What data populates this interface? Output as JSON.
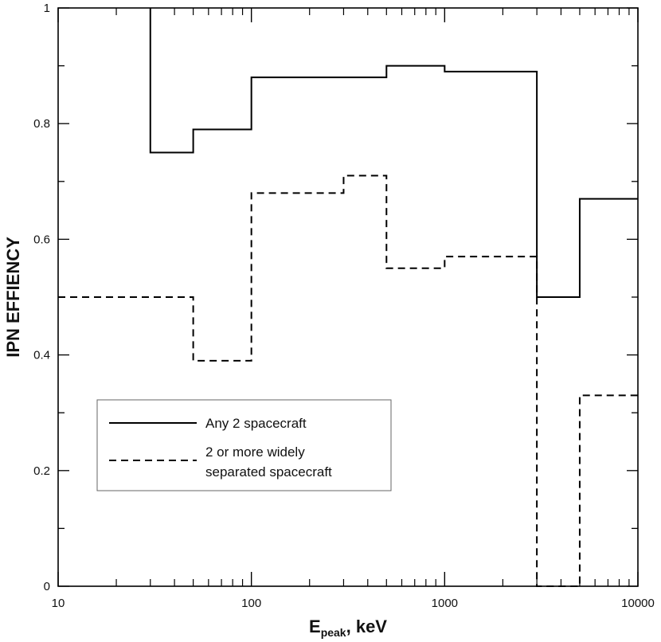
{
  "chart_data": {
    "type": "line",
    "step": true,
    "title": "",
    "xlabel_main": "E",
    "xlabel_sub": "peak",
    "xlabel_rest": ", keV",
    "ylabel": "IPN EFFIENCY",
    "xscale": "log",
    "xlim": [
      10,
      10000
    ],
    "ylim": [
      0,
      1
    ],
    "xticks": [
      10,
      100,
      1000,
      10000
    ],
    "xtick_labels": [
      "10",
      "100",
      "1000",
      "10000"
    ],
    "yticks": [
      0,
      0.2,
      0.4,
      0.6,
      0.8,
      1
    ],
    "ytick_labels": [
      "0",
      "0.2",
      "0.4",
      "0.6",
      "0.8",
      "1"
    ],
    "grid": false,
    "legend_placement": "lower-left",
    "series": [
      {
        "name": "Any 2 spacecraft",
        "style": "solid",
        "color": "#000000",
        "bin_edges": [
          30,
          50,
          100,
          500,
          1000,
          3000,
          5000,
          10000
        ],
        "values": [
          0.75,
          0.79,
          0.88,
          0.9,
          0.89,
          0.5,
          0.67
        ]
      },
      {
        "name": "2 or more widely separated spacecraft",
        "name_lines": [
          "2 or more widely",
          "separated spacecraft"
        ],
        "style": "dashed",
        "color": "#000000",
        "bin_edges": [
          10,
          50,
          100,
          300,
          500,
          1000,
          3000,
          5000,
          10000
        ],
        "values": [
          0.5,
          0.39,
          0.68,
          0.71,
          0.55,
          0.57,
          0.0,
          0.33
        ]
      }
    ]
  }
}
